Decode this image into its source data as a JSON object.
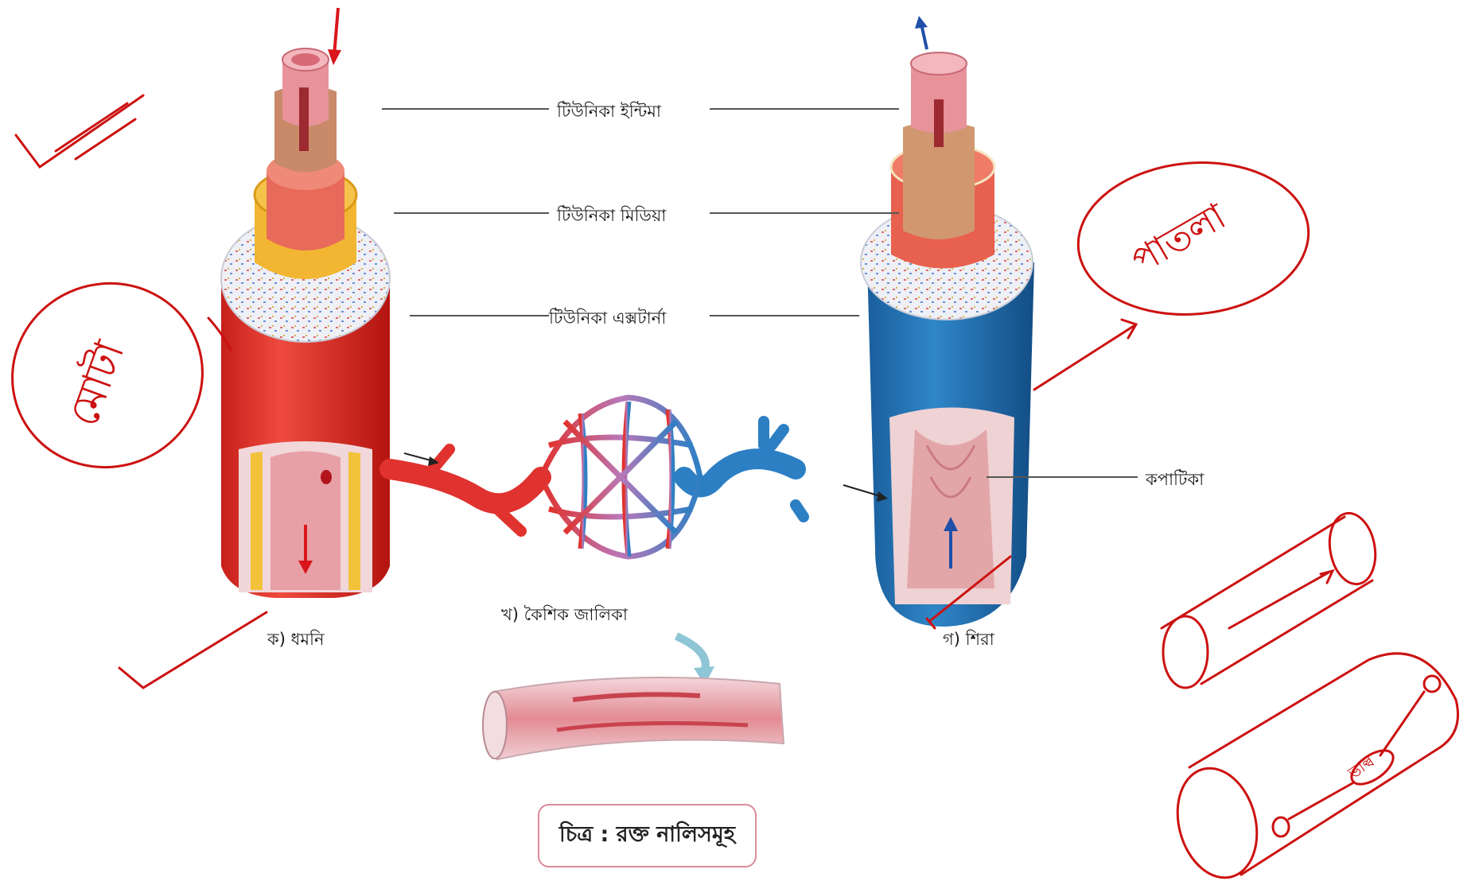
{
  "labels": {
    "tunica_intima": "টিউনিকা ইন্টিমা",
    "tunica_media": "টিউনিকা মিডিয়া",
    "tunica_externa": "টিউনিকা এক্সটার্না",
    "valve": "কপাটিকা",
    "artery": "ক) ধমনি",
    "capillary": "খ) কৈশিক জালিকা",
    "vein": "গ) শিরা"
  },
  "caption": "চিত্র : রক্ত নালিসমূহ",
  "annotations": {
    "left_circle_text": "মোটা",
    "right_circle_text": "পাতলা",
    "handwritten_note": "ভাল্ব"
  },
  "colors": {
    "artery": "#e0322e",
    "vein": "#1f74b8",
    "intima": "#e8929a",
    "media_artery": "#f2b632",
    "annotation": "#cc1111"
  }
}
